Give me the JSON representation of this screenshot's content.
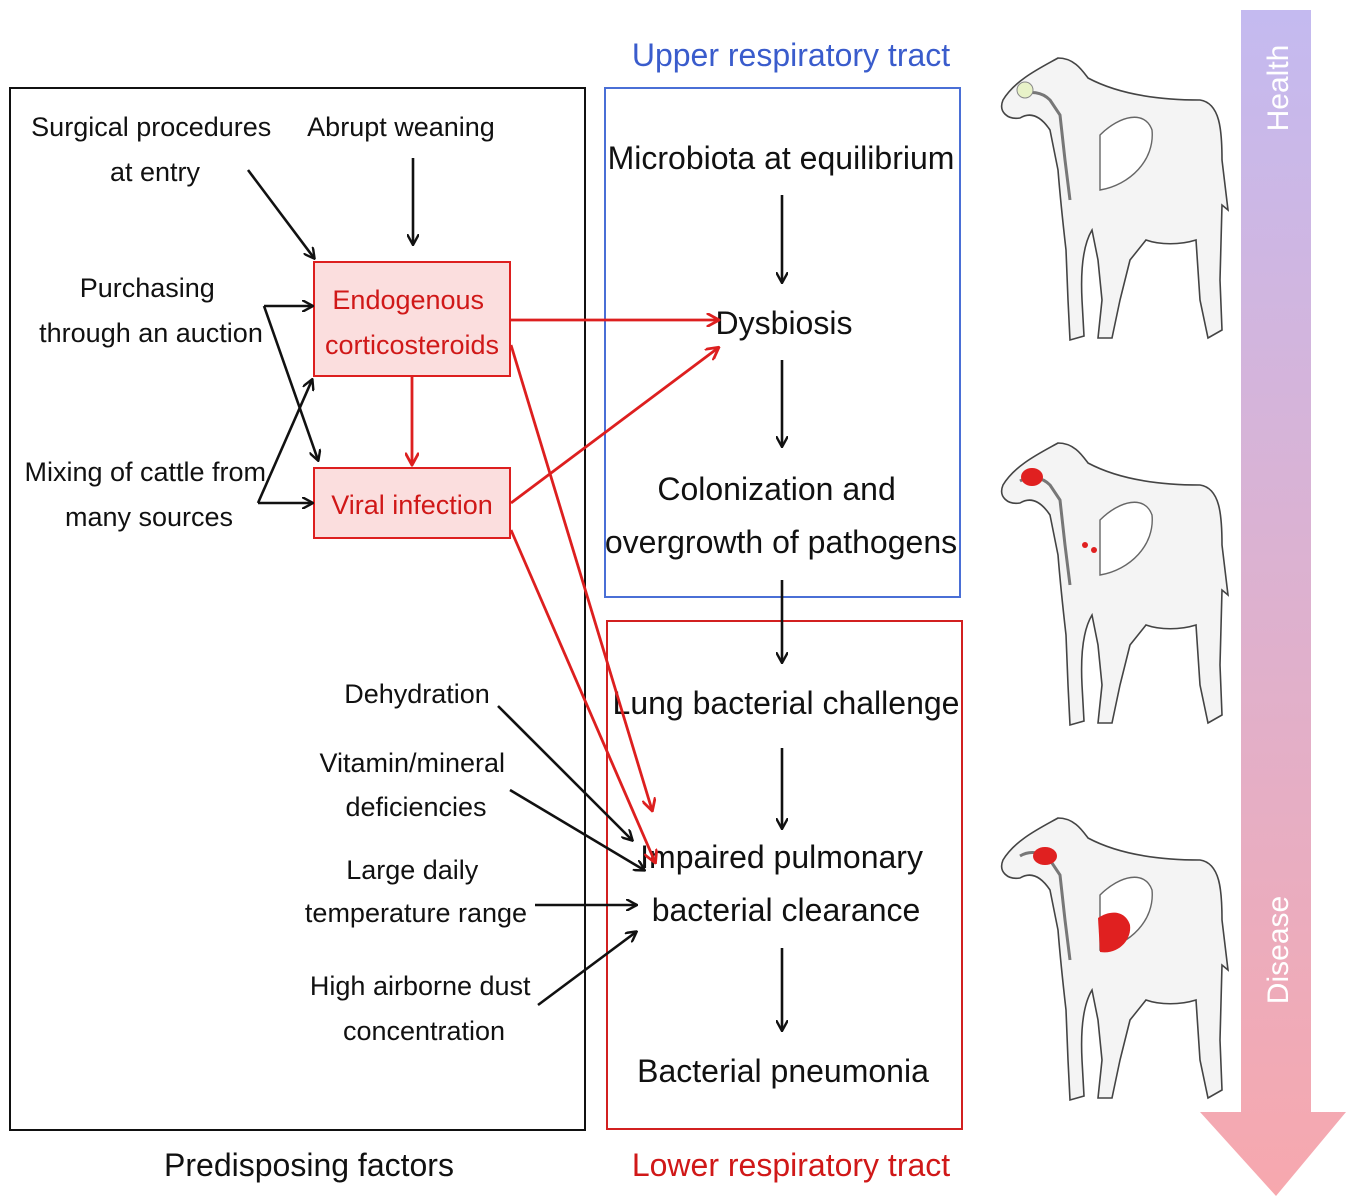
{
  "upper_tract": {
    "title": "Upper respiratory tract",
    "microbiota": "Microbiota at equilibrium",
    "dysbiosis": "Dysbiosis",
    "colonization_line1": "Colonization and",
    "colonization_line2": "overgrowth of pathogens"
  },
  "lower_tract": {
    "title": "Lower respiratory tract",
    "lung_challenge": "Lung bacterial challenge",
    "impaired_line1": "Impaired pulmonary",
    "impaired_line2": "bacterial clearance",
    "pneumonia": "Bacterial pneumonia"
  },
  "predisposing": {
    "title": "Predisposing factors",
    "surgical_line1": "Surgical procedures",
    "surgical_line2": "at entry",
    "weaning": "Abrupt weaning",
    "purchasing_line1": "Purchasing",
    "purchasing_line2": "through an auction",
    "mixing_line1": "Mixing of cattle from",
    "mixing_line2": "many sources",
    "corticosteroids_line1": "Endogenous",
    "corticosteroids_line2": "corticosteroids",
    "viral": "Viral infection",
    "dehydration": "Dehydration",
    "vitamin_line1": "Vitamin/mineral",
    "vitamin_line2": "deficiencies",
    "temperature_line1": "Large daily",
    "temperature_line2": "temperature range",
    "dust_line1": "High airborne dust",
    "dust_line2": "concentration"
  },
  "gradient_arrow": {
    "top_label": "Health",
    "bottom_label": "Disease",
    "top_color": "#c4baf0",
    "bottom_color": "#f7a8ae"
  },
  "colors": {
    "upper_box": "#4a6fd6",
    "lower_box": "#d22020",
    "red_arrow": "#dd1f1f",
    "red_box_fill": "#fbdede",
    "red_text": "#d01818"
  },
  "icons": [
    "calf-health-icon",
    "calf-infection-icon",
    "calf-pneumonia-icon"
  ]
}
